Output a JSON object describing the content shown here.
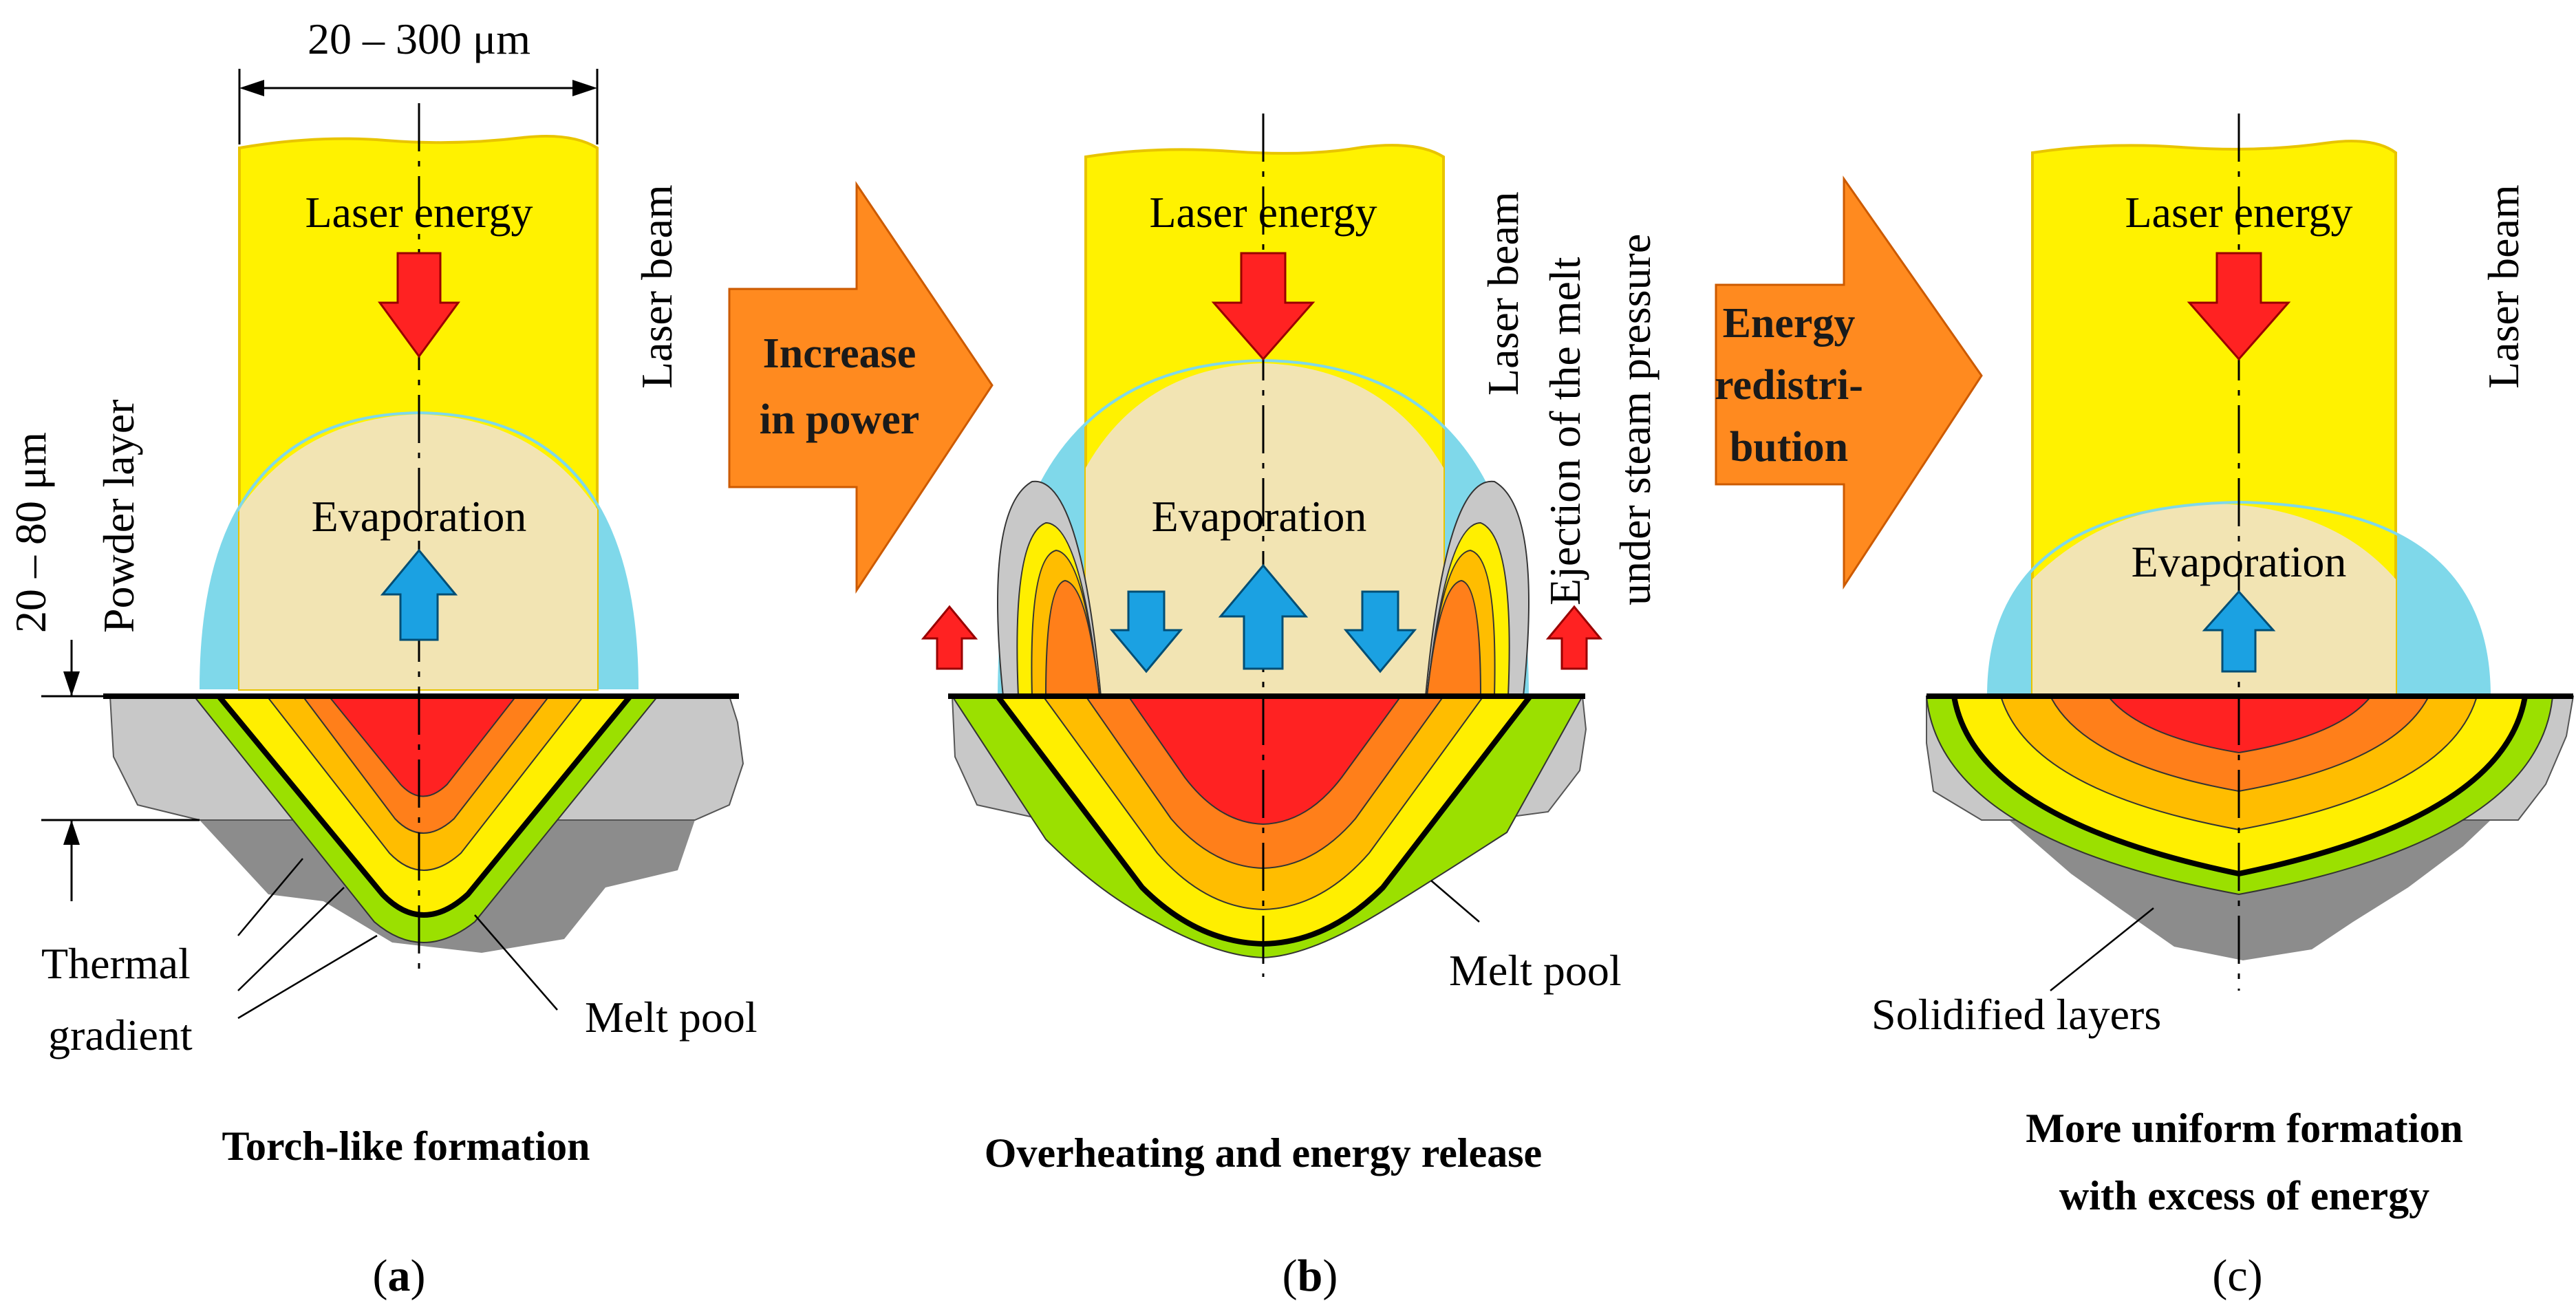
{
  "colors": {
    "beam": "#fff200",
    "plume": "#f2e4b3",
    "plume_edge": "#7fd8ea",
    "hot": "#ff2222",
    "orange": "#ff7f1a",
    "amber": "#ffbd00",
    "yellow": "#ffef00",
    "green": "#9be000",
    "powder": "#c8c8c8",
    "solid": "#8c8c8c",
    "down_arrow": "#ff2222",
    "up_arrow": "#1ba1e2",
    "transition_arrow": "#ff8a1f"
  },
  "panel_a": {
    "width_dim": "20 – 300 μm",
    "depth_dim": "20 – 80 μm",
    "powder_layer": "Powder layer",
    "laser_energy": "Laser energy",
    "laser_beam": "Laser beam",
    "evaporation": "Evaporation",
    "thermal_gradient": [
      "Thermal",
      "gradient"
    ],
    "melt_pool": "Melt pool",
    "caption": "Torch-like formation",
    "sublabel": [
      "(",
      "a",
      ")"
    ]
  },
  "arrow_1": {
    "lines": [
      "Increase",
      "in power"
    ]
  },
  "panel_b": {
    "laser_energy": "Laser energy",
    "laser_beam": "Laser beam",
    "ejection": [
      "Ejection of the melt",
      "under steam pressure"
    ],
    "evaporation": "Evaporation",
    "melt_pool": "Melt pool",
    "caption": "Overheating and energy release",
    "sublabel": [
      "(",
      "b",
      ")"
    ]
  },
  "arrow_2": {
    "lines": [
      "Energy",
      "redistri-",
      "bution"
    ]
  },
  "panel_c": {
    "laser_energy": "Laser energy",
    "laser_beam": "Laser beam",
    "evaporation": "Evaporation",
    "solidified_layers": "Solidified layers",
    "caption": [
      "More uniform formation",
      "with excess of energy"
    ],
    "sublabel": [
      "(",
      "c",
      ")"
    ]
  }
}
